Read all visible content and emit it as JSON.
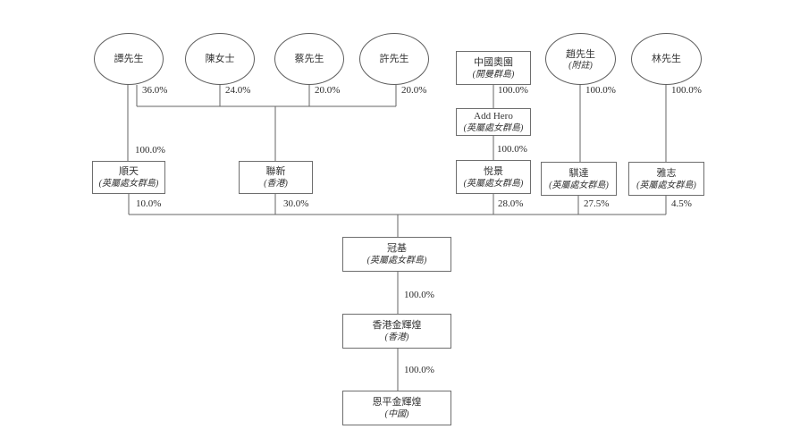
{
  "diagram": {
    "persons": {
      "tam": {
        "name": "譚先生"
      },
      "chan": {
        "name": "陳女士"
      },
      "choi": {
        "name": "蔡先生"
      },
      "hui": {
        "name": "許先生"
      },
      "chiu": {
        "name": "趙先生",
        "note": "(附註)"
      },
      "lam": {
        "name": "林先生"
      }
    },
    "companies": {
      "aoyuan": {
        "name": "中國奧園",
        "place": "(開曼群島)"
      },
      "addhero": {
        "name": "Add Hero",
        "place": "(英屬處女群島)"
      },
      "shuntin": {
        "name": "順天",
        "place": "(英屬處女群島)"
      },
      "luensan": {
        "name": "聯新",
        "place": "(香港)"
      },
      "yuetking": {
        "name": "悅景",
        "place": "(英屬處女群島)"
      },
      "keitat": {
        "name": "騏達",
        "place": "(英屬處女群島)"
      },
      "ngachi": {
        "name": "雅志",
        "place": "(英屬處女群島)"
      },
      "kwunkei": {
        "name": "冠基",
        "place": "(英屬處女群島)"
      },
      "hkgold": {
        "name": "香港金輝煌",
        "place": "(香港)"
      },
      "yanping": {
        "name": "恩平金輝煌",
        "place": "(中國)"
      }
    },
    "percentages": {
      "tam_luensan": "36.0%",
      "chan_luensan": "24.0%",
      "choi_luensan": "20.0%",
      "hui_luensan": "20.0%",
      "aoyuan_addhero": "100.0%",
      "chiu_keitat": "100.0%",
      "lam_ngachi": "100.0%",
      "tam_shuntin": "100.0%",
      "addhero_yuetking": "100.0%",
      "shuntin_kwunkei": "10.0%",
      "luensan_kwunkei": "30.0%",
      "yuetking_kwunkei": "28.0%",
      "keitat_kwunkei": "27.5%",
      "ngachi_kwunkei": "4.5%",
      "kwunkei_hkgold": "100.0%",
      "hkgold_yanping": "100.0%"
    },
    "colors": {
      "line": "#666666",
      "border": "#6e6e6e",
      "text": "#333333",
      "background": "#ffffff"
    }
  }
}
